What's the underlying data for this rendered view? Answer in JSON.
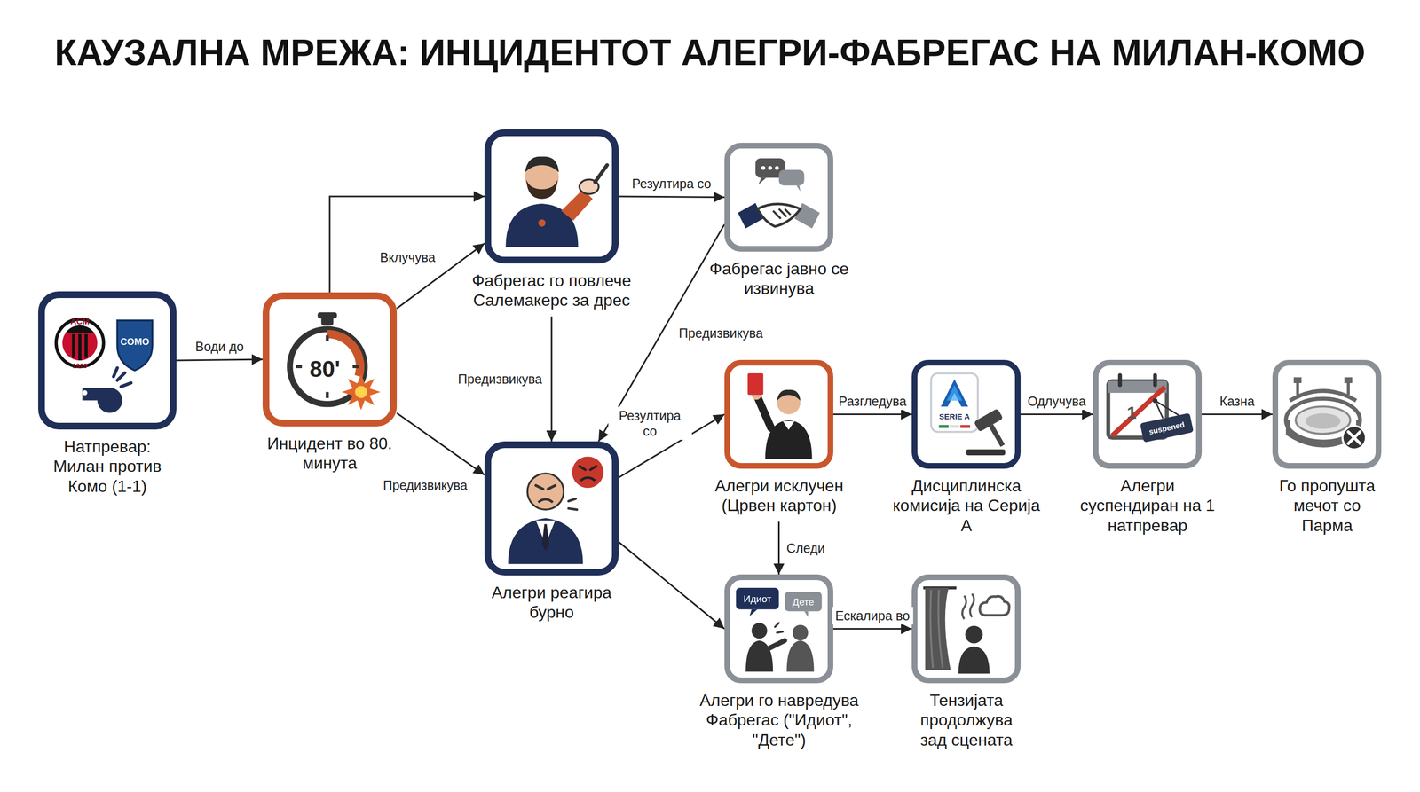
{
  "diagram": {
    "title": "КАУЗАЛНА МРЕЖА: ИНЦИДЕНТОТ АЛЕГРИ-ФАБРЕГАС НА МИЛАН-КОМО",
    "nodes": [
      {
        "text": [
          "Натпревар: Милан против Комо (1-1)"
        ]
      },
      {
        "text": [
          "Инцидент во 80. минута"
        ]
      },
      {
        "text": [
          "Фабрегас го повлече Салемакерс за дрес"
        ]
      },
      {
        "text": [
          "Фабрегас јавно се извинува"
        ]
      },
      {
        "text": [
          "Алегри реагира бурно"
        ]
      },
      {
        "text": [
          "Алегри исклучен (Црвен картон)"
        ]
      },
      {
        "text": [
          "Дисциплинска комисија на Серија А"
        ]
      },
      {
        "text": [
          "Алегри суспендиран на 1 натпревар"
        ]
      },
      {
        "text": [
          "Го пропушта мечот со Парма"
        ]
      },
      {
        "text": [
          "Алегри го навредува Фабрегас (\"Идиот\", \"Дете\")"
        ]
      },
      {
        "text": [
          "Тензијата продолжува зад сцената"
        ]
      }
    ],
    "edges": [
      {
        "from": 0,
        "to": 1,
        "label": "Води до",
        "arrow": "to"
      },
      {
        "from": 1,
        "to": 2,
        "arrow": "to"
      },
      {
        "from": 1,
        "to": 2,
        "label": "Вклучува",
        "arrow": "to"
      },
      {
        "from": 1,
        "to": 4,
        "label": "Предизвикува",
        "arrow": "to"
      },
      {
        "from": 2,
        "to": 3,
        "label": "Резултира со",
        "arrow": "to"
      },
      {
        "from": 2,
        "to": 4,
        "label": "Предизвикува",
        "arrow": "to"
      },
      {
        "from": 3,
        "to": 4,
        "label": "Предизвикува",
        "arrow": "to"
      },
      {
        "from": 4,
        "to": 5,
        "label": "Резултира со",
        "arrow": "to"
      },
      {
        "from": 4,
        "to": 9,
        "arrow": "to"
      },
      {
        "from": 5,
        "to": 6,
        "label": "Разгледува",
        "arrow": "to"
      },
      {
        "from": 6,
        "to": 7,
        "label": "Одлучува",
        "arrow": "to"
      },
      {
        "from": 7,
        "to": 8,
        "label": "Казна",
        "arrow": "to"
      },
      {
        "from": 5,
        "to": 9,
        "label": "Следи",
        "arrow": "to"
      },
      {
        "from": 9,
        "to": 10,
        "label": "Ескалира во",
        "arrow": "to"
      }
    ],
    "labels": [
      "ACM",
      "1899",
      "COMO",
      "80'",
      "Идиот",
      "Дете",
      "SERIE A",
      "1",
      "suspened"
    ]
  }
}
